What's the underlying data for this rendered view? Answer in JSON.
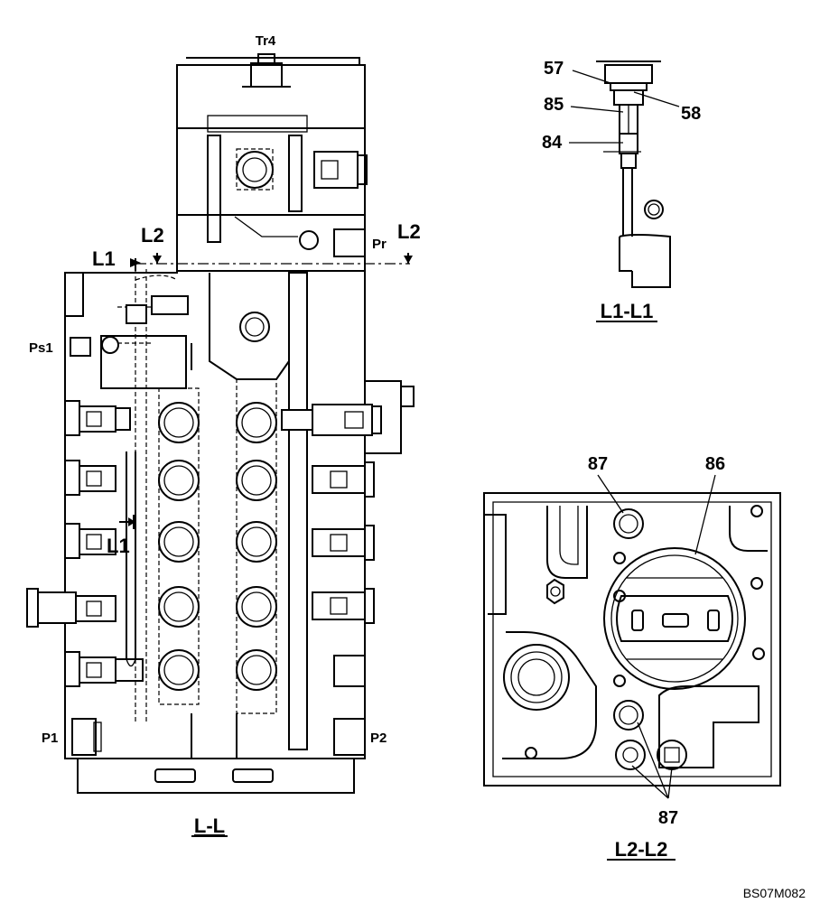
{
  "sections": {
    "main": {
      "title": "L-L",
      "labels": {
        "tr4": "Tr4",
        "pr": "Pr",
        "ps1": "Ps1",
        "p1": "P1",
        "p2": "P2",
        "l1_top": "L1",
        "l1_bottom": "L1",
        "l2_left": "L2",
        "l2_right": "L2"
      }
    },
    "detail_l1": {
      "title": "L1-L1",
      "parts": {
        "p57": "57",
        "p58": "58",
        "p85": "85",
        "p84": "84"
      }
    },
    "detail_l2": {
      "title": "L2-L2",
      "parts": {
        "p87_top": "87",
        "p86": "86",
        "p87_bottom": "87"
      }
    }
  },
  "figure_code": "BS07M082"
}
